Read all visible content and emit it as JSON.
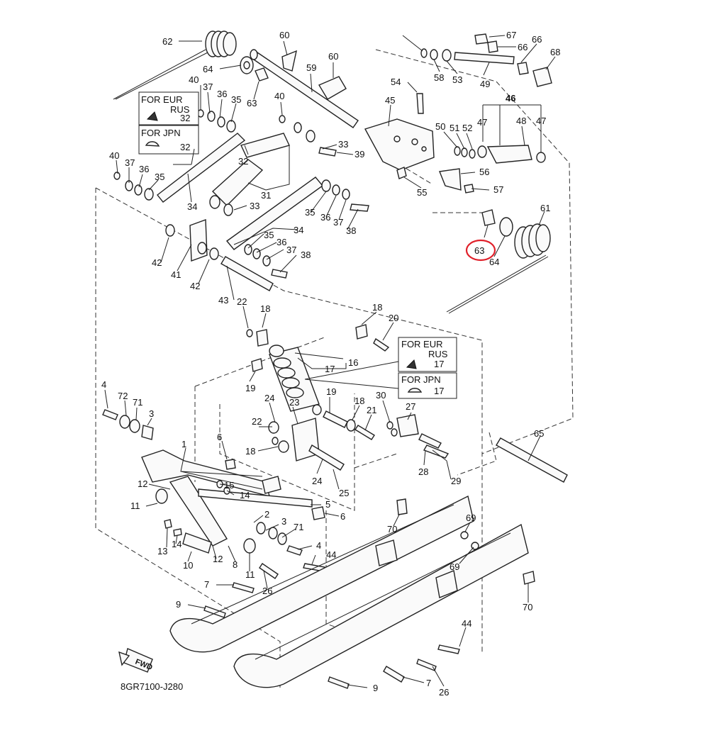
{
  "diagram_code": "8GR7100-J280",
  "fwd_label": "FWD",
  "highlight_color": "#e0202a",
  "highlighted_part": "63",
  "region_boxes": [
    {
      "line1": "FOR EUR",
      "line2": "RUS",
      "part": "32"
    },
    {
      "line1": "FOR JPN",
      "line2": "",
      "part": "32"
    },
    {
      "line1": "FOR EUR",
      "line2": "RUS",
      "part": "17"
    },
    {
      "line1": "FOR JPN",
      "line2": "",
      "part": "17"
    }
  ],
  "labels": [
    "62",
    "60",
    "60",
    "64",
    "59",
    "40",
    "37",
    "36",
    "35",
    "63",
    "40",
    "45",
    "54",
    "67",
    "66",
    "66",
    "68",
    "58",
    "53",
    "49",
    "46",
    "48",
    "50",
    "51",
    "52",
    "47",
    "47",
    "33",
    "39",
    "32",
    "31",
    "34",
    "33",
    "40",
    "37",
    "36",
    "35",
    "56",
    "57",
    "55",
    "61",
    "63",
    "64",
    "42",
    "41",
    "42",
    "43",
    "35",
    "36",
    "37",
    "38",
    "34",
    "35",
    "36",
    "37",
    "38",
    "22",
    "18",
    "18",
    "20",
    "16",
    "17",
    "19",
    "19",
    "18",
    "21",
    "30",
    "27",
    "4",
    "72",
    "71",
    "3",
    "24",
    "23",
    "22",
    "18",
    "24",
    "25",
    "28",
    "29",
    "65",
    "6",
    "1",
    "12",
    "15",
    "14",
    "11",
    "5",
    "2",
    "3",
    "6",
    "71",
    "4",
    "13",
    "14",
    "10",
    "12",
    "8",
    "11",
    "7",
    "26",
    "44",
    "70",
    "69",
    "69",
    "9",
    "70",
    "44",
    "7",
    "26",
    "9"
  ]
}
